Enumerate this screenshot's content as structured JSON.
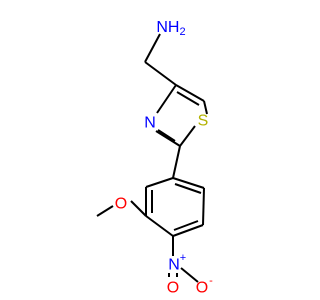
{
  "molecule": {
    "atoms": {
      "amine": {
        "text": "NH",
        "subscript": "2",
        "color": "#0000ff"
      },
      "thiazole_nitrogen": {
        "text": "N",
        "color": "#0000ff"
      },
      "sulfur": {
        "text": "S",
        "color": "#b2b200"
      },
      "ether_oxygen": {
        "text": "O",
        "color": "#ff0000"
      },
      "nitro_nitrogen": {
        "text": "N",
        "charge": "+",
        "color": "#0000ff"
      },
      "nitro_oxygen_right": {
        "text": "O",
        "charge": "-",
        "color": "#ff0000"
      },
      "nitro_oxygen_bottom": {
        "text": "O",
        "color": "#ff0000"
      }
    }
  }
}
